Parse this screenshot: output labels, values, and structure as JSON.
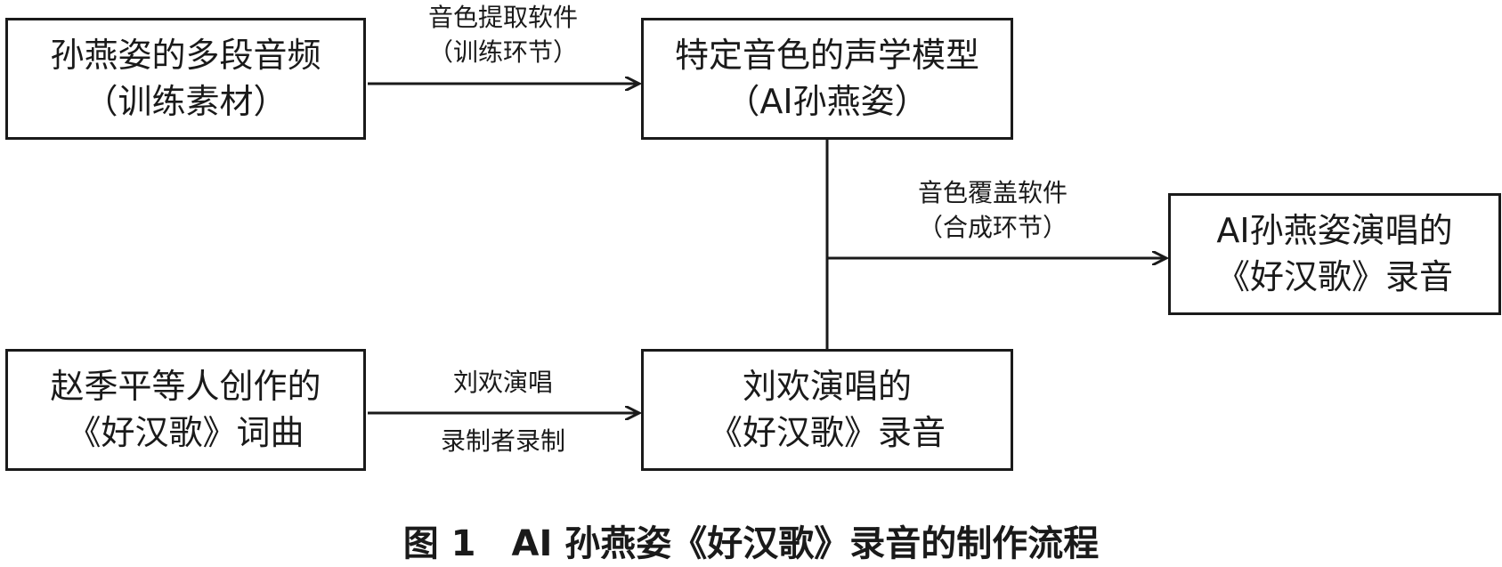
{
  "boxes": {
    "source_audio": {
      "line1": "孙燕姿的多段音频",
      "line2": "（训练素材）"
    },
    "acoustic_model": {
      "line1": "特定音色的声学模型",
      "line2": "（AI孙燕姿）"
    },
    "ai_recording": {
      "line1": "AI孙燕姿演唱的",
      "line2": "《好汉歌》录音"
    },
    "lyrics_music": {
      "line1": "赵季平等人创作的",
      "line2": "《好汉歌》词曲"
    },
    "liuhuan_recording": {
      "line1": "刘欢演唱的",
      "line2": "《好汉歌》录音"
    }
  },
  "edges": {
    "extraction": {
      "line1": "音色提取软件",
      "line2": "（训练环节）"
    },
    "overlay": {
      "line1": "音色覆盖软件",
      "line2": "（合成环节）"
    },
    "singing": {
      "line1": "刘欢演唱",
      "line2": "录制者录制"
    }
  },
  "caption": "图 1　AI 孙燕姿《好汉歌》录音的制作流程"
}
